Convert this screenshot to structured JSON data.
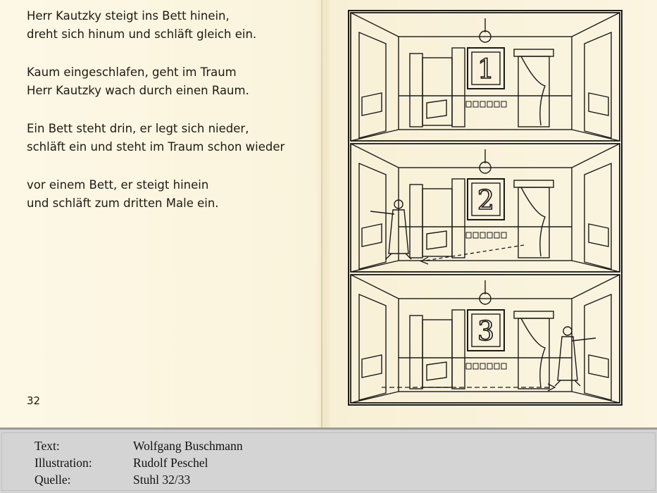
{
  "poem": {
    "stanzas": [
      {
        "lines": [
          "Herr Kautzky steigt ins Bett hinein,",
          "dreht sich hinum und schläft gleich ein."
        ]
      },
      {
        "lines": [
          "Kaum eingeschlafen, geht im Traum",
          "Herr Kautzky wach durch einen Raum."
        ]
      },
      {
        "lines": [
          "Ein Bett steht drin, er legt sich nieder,",
          "schläft ein und steht im Traum schon wieder"
        ]
      },
      {
        "lines": [
          "vor einem Bett, er steigt hinein",
          "und schläft zum dritten Male ein."
        ]
      }
    ]
  },
  "page_number": "32",
  "illustration": {
    "panels": [
      {
        "number": "1"
      },
      {
        "number": "2"
      },
      {
        "number": "3"
      }
    ],
    "line_color": "#1a1a1a",
    "paper_color": "#fbf5e1"
  },
  "credits": {
    "rows": [
      {
        "label": "Text:",
        "value": "Wolfgang Buschmann"
      },
      {
        "label": "Illustration:",
        "value": "Rudolf Peschel"
      },
      {
        "label": "Quelle:",
        "value": "Stuhl 32/33"
      }
    ]
  }
}
